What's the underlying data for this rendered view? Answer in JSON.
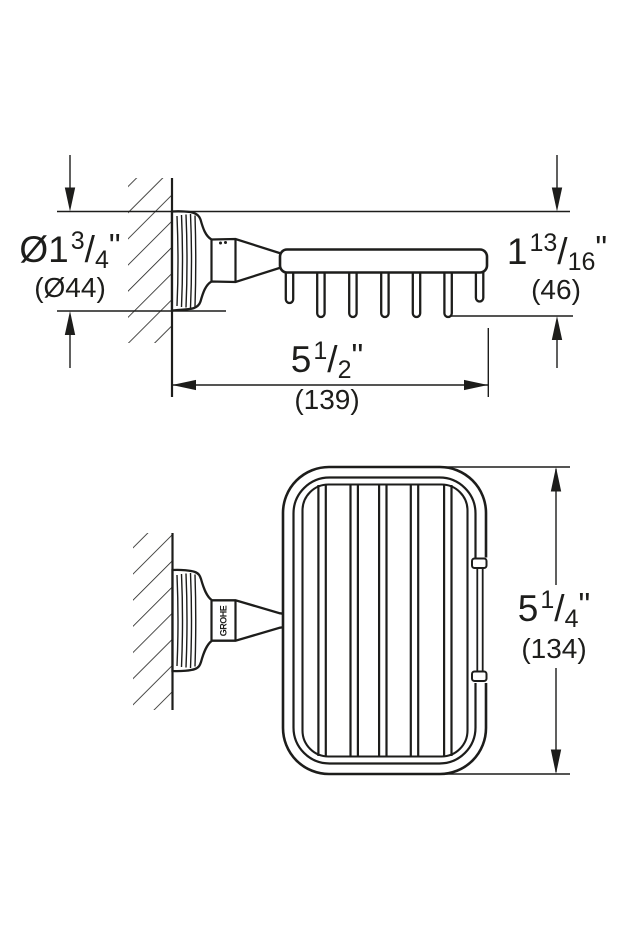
{
  "background_color": "#ffffff",
  "line_color": "#1d1d1b",
  "brand": {
    "logo_text": "GROHE"
  },
  "dimensions": {
    "mount_diameter": {
      "whole": "Ø1",
      "numerator": "3",
      "slash": "/",
      "denominator": "4",
      "unit": "\"",
      "metric": "(Ø44)"
    },
    "height": {
      "whole": "1",
      "numerator": "13",
      "slash": "/",
      "denominator": "16",
      "unit": "\"",
      "metric": "(46)"
    },
    "depth": {
      "whole": "5",
      "numerator": "1",
      "slash": "/",
      "denominator": "2",
      "unit": "\"",
      "metric": "(139)"
    },
    "width": {
      "whole": "5",
      "numerator": "1",
      "slash": "/",
      "denominator": "4",
      "unit": "\"",
      "metric": "(134)"
    }
  }
}
